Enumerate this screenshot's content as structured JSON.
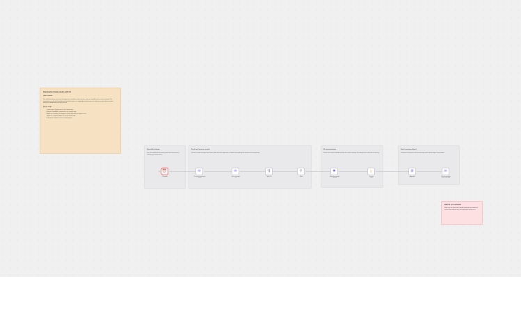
{
  "canvas": {
    "background": "#f0f0f1",
    "colors": {
      "accent": "#7b61ff",
      "trigger": "#ff6d6d",
      "sticky_note": "#f6e2c2",
      "sticky_warning": "#fde1e2",
      "openai": "#7b61ff",
      "code": "#f0a14a"
    }
  },
  "intro_note": {
    "title": "Summarize Gmail emails with AI",
    "subtitle": "How it works",
    "paragraph": "This workflow fetches your Gmail messages on a schedule, reads each one, and uses OpenAI to write a short summary. The summaries are collected, formatted and sent back to you as a single digest email so you can catch up on your inbox in minutes instead of reading every message yourself.",
    "setup_title": "Setup steps",
    "steps": [
      "Connect your Gmail account in the Gmail nodes.",
      "Add your OpenAI API credentials to the OpenAI node.",
      "Adjust the schedule in the trigger to choose how often the digest is sent.",
      "Update the recipient address in the final Gmail node.",
      "Activate the workflow to start receiving digests."
    ]
  },
  "warning_note": {
    "title": "Before you activate",
    "paragraph": "Make sure the Gmail and OpenAI credentials are connected and test the workflow once manually before turning it on."
  },
  "groups": [
    {
      "title": "Scheduled trigger",
      "description": "Runs the workflow every morning and starts the process of collecting your latest emails."
    },
    {
      "title": "Fetch and process emails",
      "description": "Gets the unread messages from Gmail, splits them into single items, and filters out anything that should not be summarized."
    },
    {
      "title": "AI summarization",
      "description": "Sends each email to OpenAI and asks for a short summary, then formats the results with a code step."
    },
    {
      "title": "Send summary digest",
      "description": "Combines all summaries into one message and sends the digest to your inbox."
    }
  ],
  "nodes": [
    {
      "label": "Schedule",
      "sub": "",
      "icon": "clock-trigger-icon",
      "glyph": "⏰"
    },
    {
      "label": "Get many messages",
      "sub": "getAll",
      "icon": "gmail-icon",
      "glyph": "✉"
    },
    {
      "label": "Get a message",
      "sub": "get",
      "icon": "gmail-icon",
      "glyph": "✉"
    },
    {
      "label": "Split Out",
      "sub": "",
      "icon": "split-icon",
      "glyph": "⇶"
    },
    {
      "label": "Filter",
      "sub": "",
      "icon": "filter-icon",
      "glyph": "⚲"
    },
    {
      "label": "Message a model",
      "sub": "OpenAI",
      "icon": "openai-icon",
      "glyph": "✺"
    },
    {
      "label": "Format",
      "sub": "Code",
      "icon": "code-icon",
      "glyph": "{}"
    },
    {
      "label": "Aggregate",
      "sub": "",
      "icon": "aggregate-icon",
      "glyph": "⊞"
    },
    {
      "label": "Send a message",
      "sub": "send: message",
      "icon": "gmail-icon",
      "glyph": "✉"
    }
  ]
}
